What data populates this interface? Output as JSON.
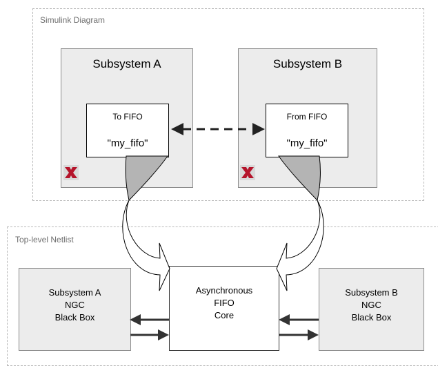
{
  "simulink_region": {
    "label": "Simulink Diagram"
  },
  "netlist_region": {
    "label": "Top-level Netlist"
  },
  "subsystem_a": {
    "title": "Subsystem A",
    "block": {
      "type_label": "To FIFO",
      "name_label": "\"my_fifo\""
    }
  },
  "subsystem_b": {
    "title": "Subsystem B",
    "block": {
      "type_label": "From FIFO",
      "name_label": "\"my_fifo\""
    }
  },
  "netlist": {
    "ngc_a": {
      "line1": "Subsystem A",
      "line2": "NGC",
      "line3": "Black Box"
    },
    "fifo_core": {
      "line1": "Asynchronous",
      "line2": "FIFO",
      "line3": "Core"
    },
    "ngc_b": {
      "line1": "Subsystem B",
      "line2": "NGC",
      "line3": "Black Box"
    }
  },
  "colors": {
    "block_fill": "#ececec",
    "logo": "#b5142b",
    "region_border": "#b8b8b8"
  },
  "icons": {
    "subsystem_logo": "xilinx-logo-icon"
  }
}
